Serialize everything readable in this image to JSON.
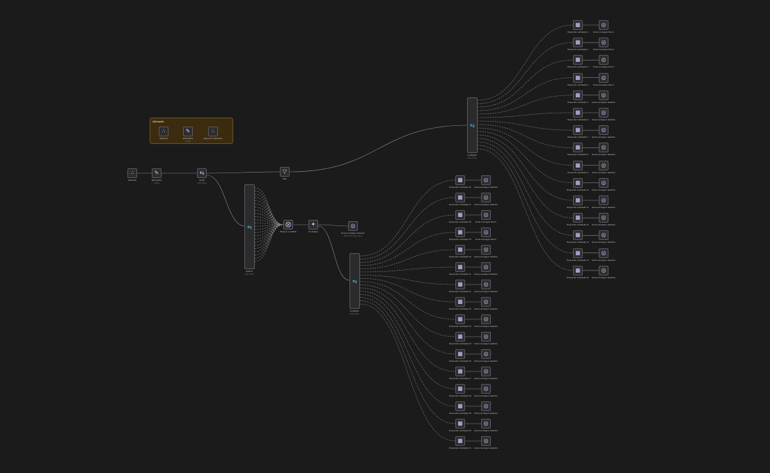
{
  "workflow": {
    "sticky_note": {
      "title": "Ativação"
    },
    "sticky_nodes": [
      {
        "label": "Webhook",
        "sub": "",
        "icon": "webhook-icon"
      },
      {
        "label": "Edit Fields1",
        "sub": "manual",
        "icon": "pencil-icon"
      },
      {
        "label": "Respond to Webhook",
        "sub": "",
        "icon": "webhook-icon"
      }
    ],
    "main_nodes": {
      "webhook": {
        "label": "Webhook",
        "sub": ""
      },
      "edit_fields": {
        "label": "Edit Fields2",
        "sub": "manual"
      },
      "switch_root": {
        "label": "Switch",
        "sub": "mode: Rules"
      },
      "filter": {
        "label": "Filter",
        "sub": ""
      },
      "switch_tall": {
        "label": "Switch1",
        "sub": "mode: Rules"
      },
      "merge": {
        "label": "Merge in a variable",
        "sub": ""
      },
      "if_node": {
        "label": "No dataset",
        "sub": ""
      },
      "sheets_out": {
        "label": "Envia mensagem dispoível",
        "sub": "POST: https://api.z-api.io"
      },
      "switch_mid": {
        "label": "Condição1",
        "sub": "mode: Rules"
      },
      "switch_top": {
        "label": "Condição2",
        "sub": "mode: Rules"
      }
    },
    "top_rows": [
      {
        "a": "Responder solicitação 1",
        "b": "Envia mensagem Boa 1"
      },
      {
        "a": "Responder solicitação 2",
        "b": "Envia mensagem Boa 2"
      },
      {
        "a": "Responder solicitação 3",
        "b": "Envia mensagem Boa 3"
      },
      {
        "a": "Responder solicitação 4",
        "b": "Envia mensagem Boa 4"
      },
      {
        "a": "Responder solicitação 5",
        "b": "Envia mensagem aleatória"
      },
      {
        "a": "Responder solicitação 6",
        "b": "Envia mensagem aleatória"
      },
      {
        "a": "Responder solicitação 7",
        "b": "Envia mensagem aleatória"
      },
      {
        "a": "Responder solicitação 8",
        "b": "Envia mensagem aleatória"
      },
      {
        "a": "Responder solicitação 9",
        "b": "Envia mensagem aleatória"
      },
      {
        "a": "Responder solicitação 10",
        "b": "Envia mensagem aleatória"
      },
      {
        "a": "Responder solicitação 11",
        "b": "Envia mensagem aleatória"
      },
      {
        "a": "Responder solicitação 12",
        "b": "Envia mensagem aleatória"
      },
      {
        "a": "Responder solicitação 13",
        "b": "Envia mensagem aleatória"
      },
      {
        "a": "Responder solicitação 14",
        "b": "Envia mensagem aleatória"
      },
      {
        "a": "Responder solicitação 15",
        "b": "Envia mensagem aleatória"
      }
    ],
    "mid_rows": [
      {
        "a": "Responder solicitação 16",
        "b": "Envia mensagem aleatória"
      },
      {
        "a": "Responder solicitação 17",
        "b": "Envia mensagem aleatória"
      },
      {
        "a": "Responder solicitação 18",
        "b": "Envia mensagem Boa 5"
      },
      {
        "a": "Responder solicitação 19",
        "b": "Envia mensagem Boa 6"
      },
      {
        "a": "Responder solicitação 20",
        "b": "Envia mensagem aleatória"
      },
      {
        "a": "Responder solicitação 21",
        "b": "Envia mensagem aleatória"
      },
      {
        "a": "Responder solicitação 22",
        "b": "Envia mensagem aleatória"
      },
      {
        "a": "Responder solicitação 23",
        "b": "Envia mensagem aleatória"
      },
      {
        "a": "Responder solicitação 24",
        "b": "Envia mensagem aleatória"
      },
      {
        "a": "Responder solicitação 25",
        "b": "Envia mensagem aleatória"
      },
      {
        "a": "Responder solicitação 26",
        "b": "Envia mensagem aleatória"
      },
      {
        "a": "Responder solicitação 27",
        "b": "Envia mensagem aleatória"
      },
      {
        "a": "Responder solicitação 28",
        "b": "Envia mensagem aleatória"
      },
      {
        "a": "Responder solicitação 29",
        "b": "Envia mensagem aleatória"
      },
      {
        "a": "Responder solicitação 30",
        "b": "Envia mensagem aleatória"
      },
      {
        "a": "Responder solicitação 31",
        "b": "Envia mensagem aleatória"
      }
    ]
  },
  "colors": {
    "background": "#1b1b1b",
    "node_fill": "#2d2d2f",
    "node_border": "#5a5a5e",
    "edge": "#8a8a8a",
    "sticky_fill": "#3b2c10",
    "icon_purple": "#c9c4ff",
    "icon_blue": "#56c0e0"
  }
}
